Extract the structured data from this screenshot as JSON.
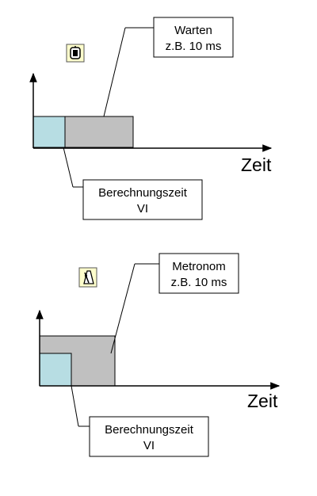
{
  "top_diagram": {
    "callout_wait": {
      "line1": "Warten",
      "line2": "z.B. 10 ms"
    },
    "callout_compute": {
      "line1": "Berechnungszeit",
      "line2": "VI"
    },
    "time_axis_label": "Zeit",
    "icon": "stopwatch-icon",
    "colors": {
      "compute": "#b7dde3",
      "wait": "#c0c0c0",
      "icon_bg": "#ffffcc"
    }
  },
  "bottom_diagram": {
    "callout_metronome": {
      "line1": "Metronom",
      "line2": "z.B. 10 ms"
    },
    "callout_compute": {
      "line1": "Berechnungszeit",
      "line2": "VI"
    },
    "time_axis_label": "Zeit",
    "icon": "metronome-icon",
    "colors": {
      "compute": "#b7dde3",
      "period": "#c0c0c0",
      "icon_bg": "#ffffcc"
    }
  }
}
